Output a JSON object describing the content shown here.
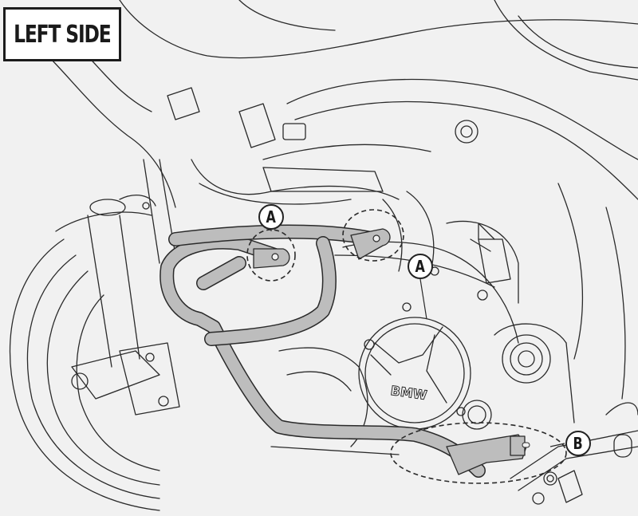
{
  "title": "LEFT SIDE",
  "callouts": {
    "a1": "A",
    "a2": "A",
    "b": "B"
  },
  "engine_logo": "BMW",
  "colors": {
    "background": "#f1f1f1",
    "line": "#2a2a2a",
    "guard_fill": "#bdbdbd",
    "label_bg": "#ffffff"
  }
}
